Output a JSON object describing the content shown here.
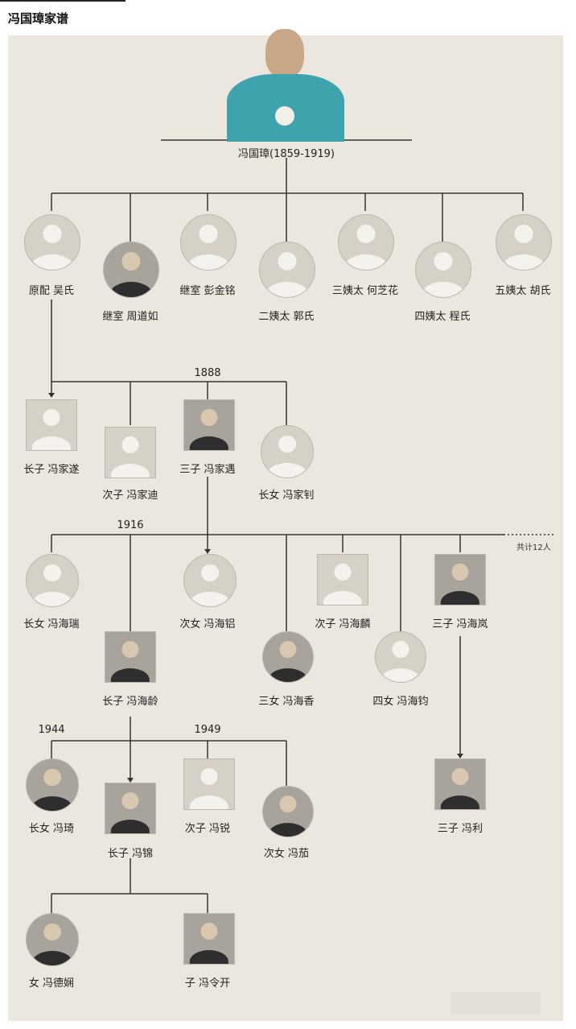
{
  "title": "冯国璋家谱",
  "root": {
    "label": "冯国璋(1859-1919)"
  },
  "generation1": [
    {
      "label": "原配 吴氏"
    },
    {
      "label": "继室 周道如"
    },
    {
      "label": "继室 彭金铭"
    },
    {
      "label": "二姨太 郭氏"
    },
    {
      "label": "三姨太 何芝花"
    },
    {
      "label": "四姨太 程氏"
    },
    {
      "label": "五姨太 胡氏"
    }
  ],
  "year_1888": "1888",
  "generation2": [
    {
      "label": "长子 冯家遂"
    },
    {
      "label": "次子 冯家迪"
    },
    {
      "label": "三子 冯家遇"
    },
    {
      "label": "长女 冯家钊"
    }
  ],
  "year_1916": "1916",
  "note_12": "共计12人",
  "generation3": [
    {
      "label": "长女 冯海瑞"
    },
    {
      "label": "长子 冯海龄"
    },
    {
      "label": "次女 冯海铝"
    },
    {
      "label": "三女 冯海香"
    },
    {
      "label": "次子 冯海麟"
    },
    {
      "label": "四女 冯海钧"
    },
    {
      "label": "三子 冯海岚"
    }
  ],
  "year_1944": "1944",
  "year_1949": "1949",
  "generation4": [
    {
      "label": "长女 冯琦"
    },
    {
      "label": "长子 冯锦"
    },
    {
      "label": "次子 冯锐"
    },
    {
      "label": "次女 冯茄"
    },
    {
      "label": "三子 冯利"
    }
  ],
  "generation5": [
    {
      "label": "女 冯德娴"
    },
    {
      "label": "子 冯令开"
    }
  ]
}
